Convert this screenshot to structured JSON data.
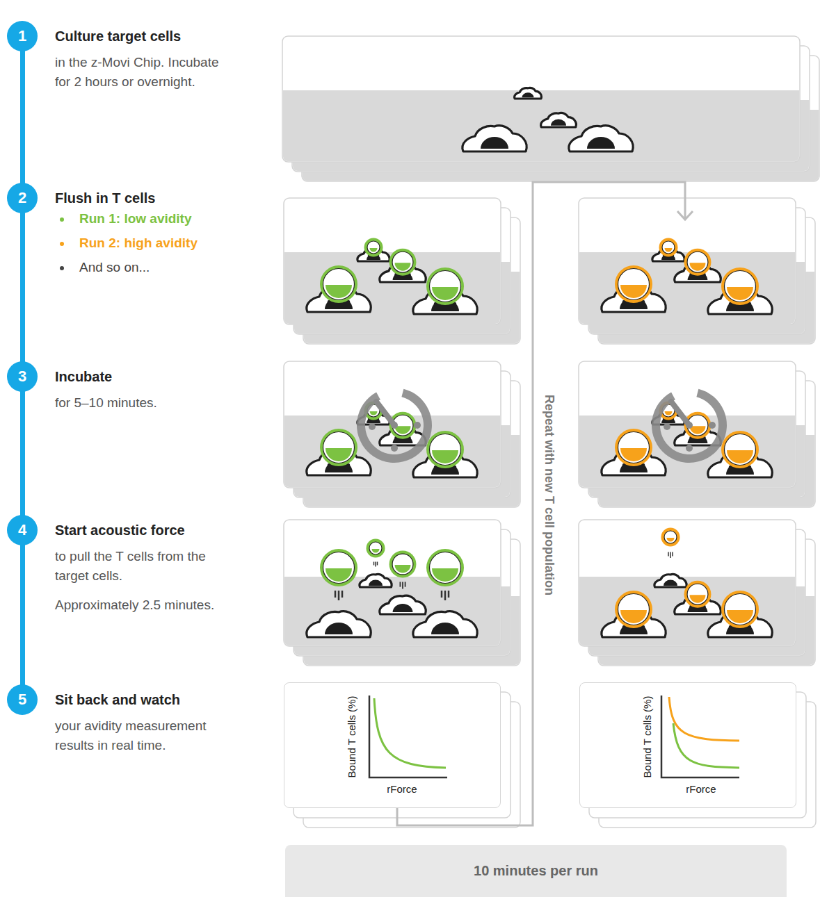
{
  "diagram": {
    "nodes": [
      {
        "text": [
          "1",
          "Culture target cells",
          "in the z-Movi Chip. Incubate for 2 hours or overnight."
        ]
      },
      {
        "text": [
          "2",
          "Flush in T cells",
          "Run 1: low avidity",
          "Run 2: high avidity",
          "And so on..."
        ]
      },
      {
        "text": [
          "3",
          "Incubate",
          "for 5–10 minutes."
        ]
      },
      {
        "text": [
          "4",
          "Start acoustic force",
          "to pull the T cells from the target cells.",
          "Approximately 2.5 minutes."
        ]
      },
      {
        "text": [
          "5",
          "Sit back and watch",
          "your avidity measurement results in real time."
        ]
      },
      {
        "text": [
          "Bound T cells (%)",
          "rForce"
        ]
      },
      {
        "text": [
          "Bound T cells (%)",
          "rForce"
        ]
      },
      {
        "text": [
          "10 minutes per run"
        ]
      }
    ],
    "edges": [
      {
        "from": 0,
        "to": 1,
        "arrow": "none"
      },
      {
        "from": 1,
        "to": 2,
        "arrow": "none"
      },
      {
        "from": 2,
        "to": 3,
        "arrow": "none"
      },
      {
        "from": 3,
        "to": 4,
        "arrow": "none"
      }
    ],
    "labels": [
      "Repeat with new T cell population"
    ]
  }
}
